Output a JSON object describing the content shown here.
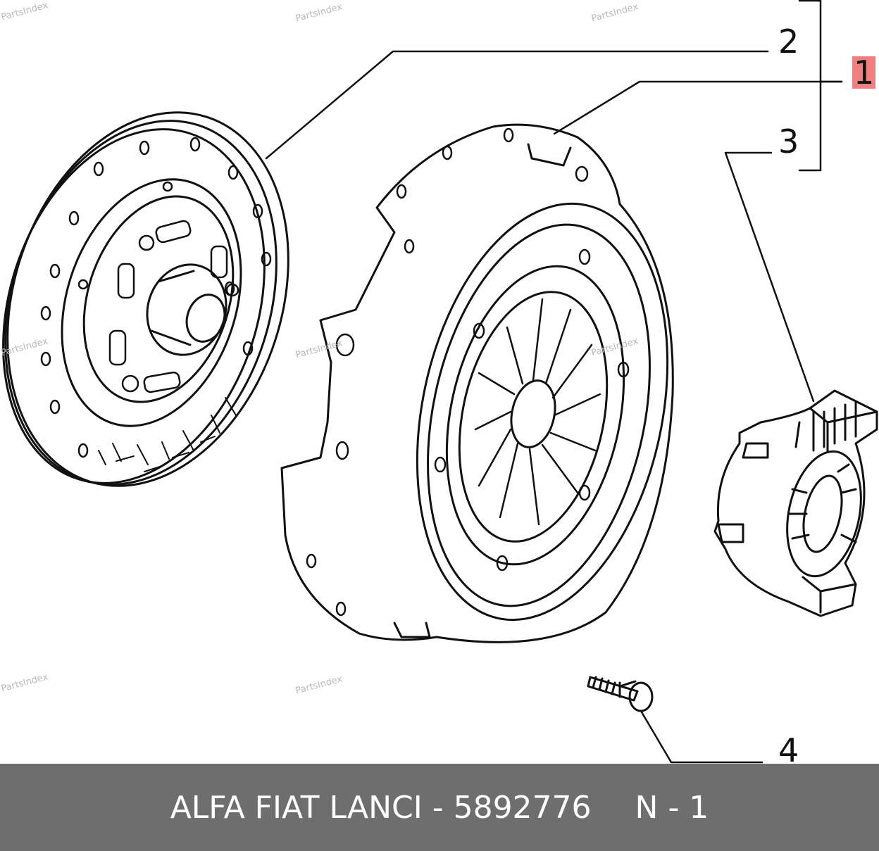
{
  "watermarks": [
    "PartsIndex",
    "PartsIndex",
    "PartsIndex",
    "PartsIndex",
    "PartsIndex",
    "PartsIndex",
    "PartsIndex",
    "PartsIndex"
  ],
  "callouts": {
    "c1": "1",
    "c2": "2",
    "c3": "3",
    "c4": "4"
  },
  "highlight_color": "#f08080",
  "footer": {
    "brand_part": "ALFA FIAT LANCI - 5892776",
    "position": "N - 1"
  }
}
